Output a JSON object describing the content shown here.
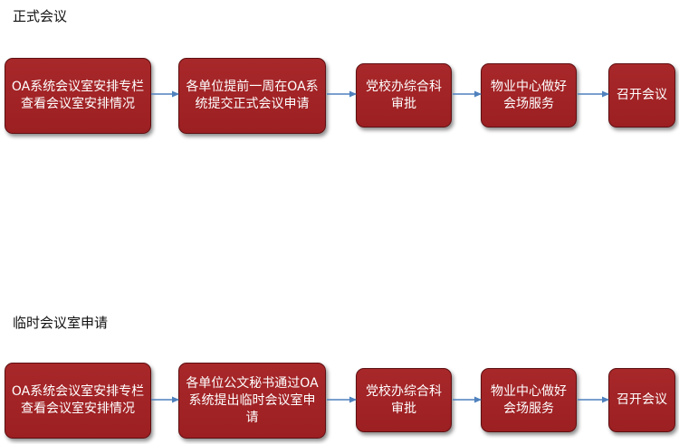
{
  "colors": {
    "node_fill": "#a8282a",
    "node_border": "#5e1012",
    "node_text": "#ffffff",
    "arrow": "#4f81bd"
  },
  "sections": [
    {
      "title": "正式会议",
      "steps": [
        "OA系统会议室安排专栏查看会议室安排情况",
        "各单位提前一周在OA系统提交正式会议申请",
        "党校办综合科审批",
        "物业中心做好会场服务",
        "召开会议"
      ]
    },
    {
      "title": "临时会议室申请",
      "steps": [
        "OA系统会议室安排专栏查看会议室安排情况",
        "各单位公文秘书通过OA系统提出临时会议室申请",
        "党校办综合科审批",
        "物业中心做好会场服务",
        "召开会议"
      ]
    }
  ]
}
